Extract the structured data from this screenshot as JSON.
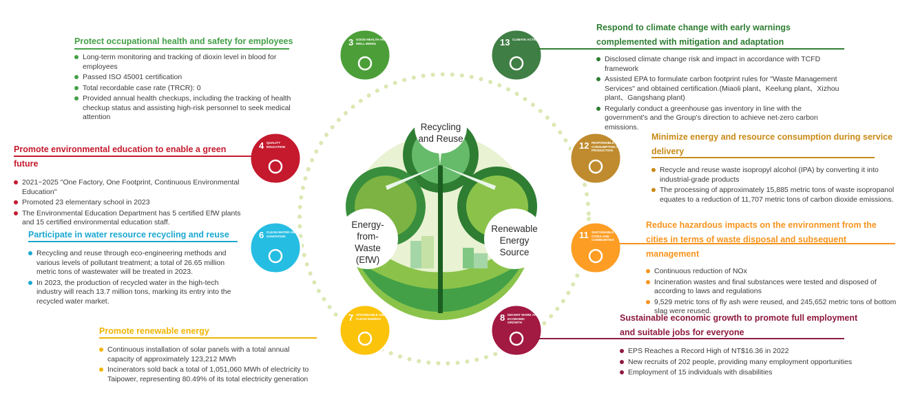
{
  "sdgs": [
    {
      "num": "3",
      "label": "Good Health and Well-Being",
      "color": "#4c9f38",
      "icon": "heartbeat-icon"
    },
    {
      "num": "13",
      "label": "Climate Action",
      "color": "#3f7e44",
      "icon": "eye-icon"
    },
    {
      "num": "4",
      "label": "Quality Education",
      "color": "#c5192d",
      "icon": "book-icon"
    },
    {
      "num": "12",
      "label": "Responsible Consumption and Production",
      "color": "#bf8b2e",
      "icon": "infinity-icon"
    },
    {
      "num": "6",
      "label": "Clean Water and Sanitation",
      "color": "#26bde2",
      "icon": "water-icon"
    },
    {
      "num": "11",
      "label": "Sustainable Cities and Communities",
      "color": "#fd9d24",
      "icon": "city-icon"
    },
    {
      "num": "7",
      "label": "Affordable and Clean Energy",
      "color": "#fcc30b",
      "icon": "power-icon"
    },
    {
      "num": "8",
      "label": "Decent Work and Economic Growth",
      "color": "#a21942",
      "icon": "growth-chart-icon"
    }
  ],
  "center": {
    "top": "Recycling and Reuse",
    "left": [
      "Energy-",
      "from-",
      "Waste",
      "(EfW)"
    ],
    "right": [
      "Renewable",
      "Energy",
      "Source"
    ]
  },
  "blocks": {
    "health": {
      "title": "Protect occupational health and safety for employees",
      "color": "#43a047",
      "items": [
        "Long-term monitoring and tracking of dioxin level in blood for employees",
        "Passed ISO 45001 certification",
        "Total recordable case rate (TRCR): 0",
        "Provided annual health checkups, including the tracking of health checkup status and assisting high-risk personnel to seek medical attention"
      ]
    },
    "climate": {
      "title": "Respond to climate change with early warnings complemented with mitigation and adaptation",
      "color": "#2e7d32",
      "items": [
        "Disclosed climate change risk and impact in accordance with TCFD framework",
        "Assisted EPA to formulate carbon footprint rules for \"Waste Management Services\" and obtained certification.(Miaoli plant、Keelung plant、Xizhou plant、Gangshang plant)",
        "Regularly conduct a greenhouse gas inventory in line with the government's and the Group's direction to achieve net-zero carbon emissions."
      ]
    },
    "education": {
      "title": "Promote environmental education to enable a green future",
      "color": "#c5192d",
      "items": [
        "2021~2025 \"One Factory, One Footprint, Continuous Environmental Education\"",
        "Promoted 23 elementary school in 2023",
        "The Environmental Education Department has 5 certified EfW plants and 15 certified environmental education staff."
      ]
    },
    "energy_min": {
      "title": "Minimize energy and resource consumption during service delivery",
      "color": "#c98a16",
      "items": [
        "Recycle and reuse waste isopropyl alcohol (IPA) by converting it into industrial-grade products",
        "The processing of approximately 15,885 metric tons of waste isopropanol equates to a reduction of 11,707 metric tons of carbon dioxide emissions."
      ]
    },
    "water": {
      "title": "Participate in water resource recycling and reuse",
      "color": "#1aa8d1",
      "items": [
        "Recycling and reuse through eco-engineering methods and various levels of pollutant treatment; a total of 26.65 million metric tons of wastewater will be treated in 2023.",
        "In 2023, the production of recycled water in the high-tech industry will reach 13.7 million tons, marking its entry into the recycled water market."
      ]
    },
    "cities": {
      "title": "Reduce hazardous impacts on the environment from the cities in terms of waste disposal and subsequent management",
      "color": "#f7941d",
      "items": [
        "Continuous reduction of NOx",
        "Incineration wastes and final substances were tested and disposed of according to laws and regulations",
        "9,529 metric tons of fly ash were reused, and 245,652 metric tons of bottom slag were reused."
      ]
    },
    "renewable": {
      "title": "Promote renewable energy",
      "color": "#f0b400",
      "items": [
        "Continuous installation of solar panels with a total annual capacity of approximately 123,212 MWh",
        "Incinerators sold back a total of 1,051,060 MWh of electricity to Taipower, representing 80.49% of its total electricity generation"
      ]
    },
    "economy": {
      "title": "Sustainable economic growth to promote full employment and suitable jobs for everyone",
      "color": "#8e1a3e",
      "items": [
        "EPS Reaches a Record High of NT$16.36 in 2022",
        "New recruits of 202 people, providing many employment opportunities",
        "Employment of 15 individuals with disabilities"
      ]
    }
  }
}
